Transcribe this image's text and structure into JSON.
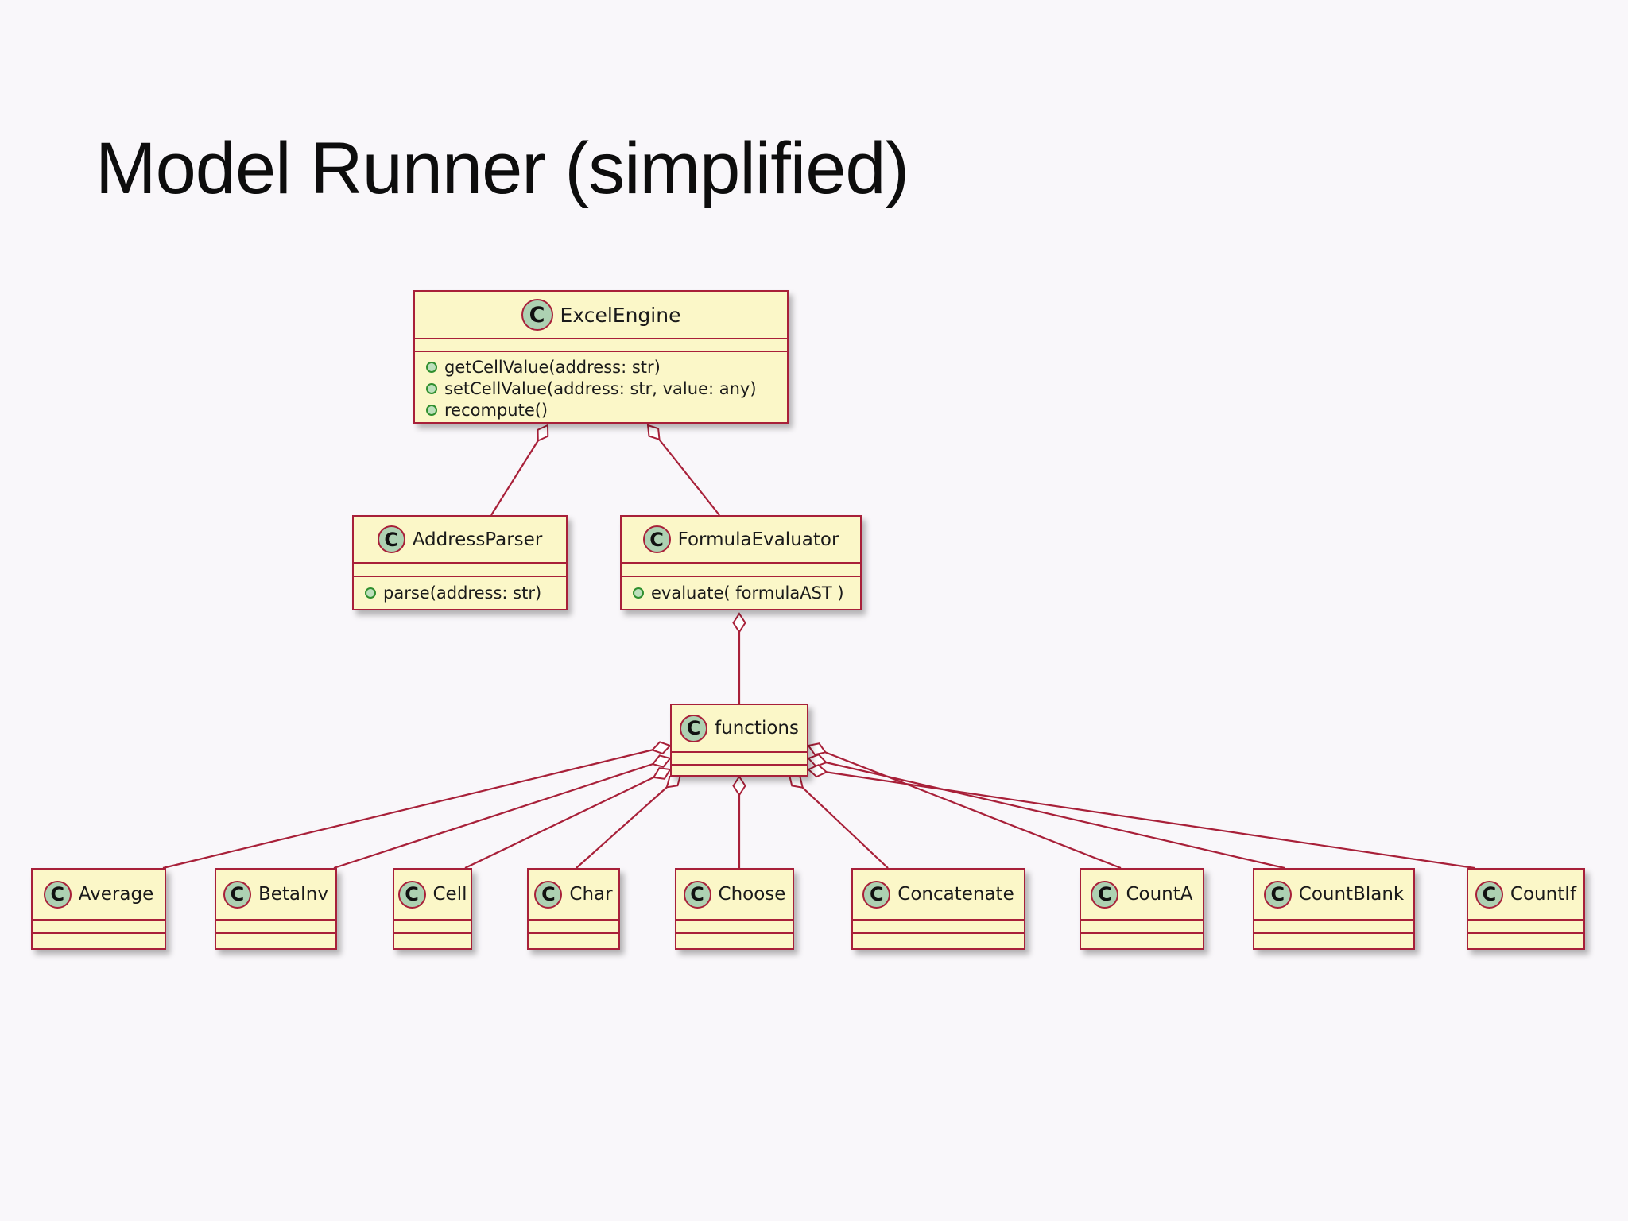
{
  "slide": {
    "title": "Model Runner (simplified)"
  },
  "diagram": {
    "stereotype_letter": "C",
    "classes": {
      "excelEngine": {
        "name": "ExcelEngine",
        "methods": [
          "getCellValue(address: str)",
          "setCellValue(address: str, value: any)",
          "recompute()"
        ]
      },
      "addressParser": {
        "name": "AddressParser",
        "methods": [
          "parse(address: str)"
        ]
      },
      "formulaEvaluator": {
        "name": "FormulaEvaluator",
        "methods": [
          "evaluate( formulaAST )"
        ]
      },
      "functions": {
        "name": "functions",
        "methods": []
      },
      "average": {
        "name": "Average",
        "methods": []
      },
      "betaInv": {
        "name": "BetaInv",
        "methods": []
      },
      "cell": {
        "name": "Cell",
        "methods": []
      },
      "char": {
        "name": "Char",
        "methods": []
      },
      "choose": {
        "name": "Choose",
        "methods": []
      },
      "concatenate": {
        "name": "Concatenate",
        "methods": []
      },
      "countA": {
        "name": "CountA",
        "methods": []
      },
      "countBlank": {
        "name": "CountBlank",
        "methods": []
      },
      "countIf": {
        "name": "CountIf",
        "methods": []
      }
    },
    "relations": [
      {
        "parent": "ExcelEngine",
        "child": "AddressParser",
        "type": "aggregation"
      },
      {
        "parent": "ExcelEngine",
        "child": "FormulaEvaluator",
        "type": "aggregation"
      },
      {
        "parent": "FormulaEvaluator",
        "child": "functions",
        "type": "aggregation"
      },
      {
        "parent": "functions",
        "child": "Average",
        "type": "aggregation"
      },
      {
        "parent": "functions",
        "child": "BetaInv",
        "type": "aggregation"
      },
      {
        "parent": "functions",
        "child": "Cell",
        "type": "aggregation"
      },
      {
        "parent": "functions",
        "child": "Char",
        "type": "aggregation"
      },
      {
        "parent": "functions",
        "child": "Choose",
        "type": "aggregation"
      },
      {
        "parent": "functions",
        "child": "Concatenate",
        "type": "aggregation"
      },
      {
        "parent": "functions",
        "child": "CountA",
        "type": "aggregation"
      },
      {
        "parent": "functions",
        "child": "CountBlank",
        "type": "aggregation"
      },
      {
        "parent": "functions",
        "child": "CountIf",
        "type": "aggregation"
      }
    ],
    "colors": {
      "background": "#f9f7fa",
      "class_fill": "#fbf7c8",
      "class_border": "#a82039",
      "circle_fill": "#add1b2",
      "method_icon_fill": "#bce0bc",
      "method_icon_border": "#2f8f2f",
      "text": "#1a1a1a"
    }
  }
}
